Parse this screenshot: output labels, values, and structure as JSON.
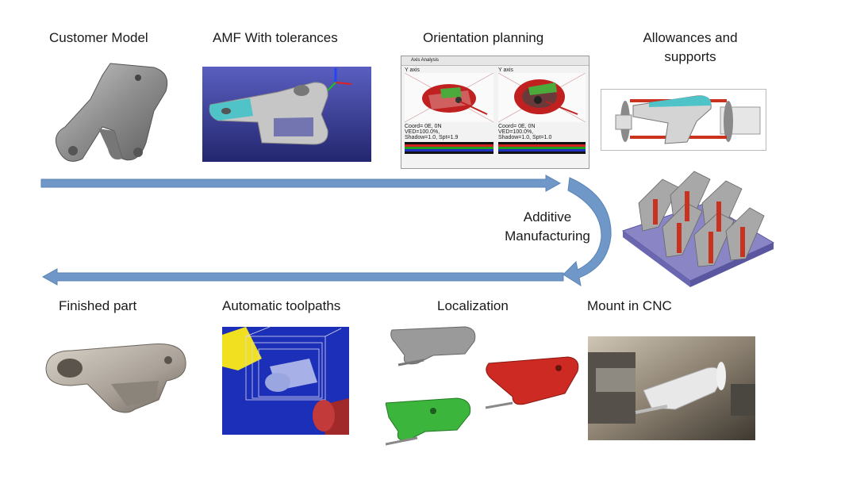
{
  "steps": {
    "customer_model": "Customer Model",
    "amf_tolerances": "AMF With tolerances",
    "orientation_planning": "Orientation planning",
    "allowances_supports_1": "Allowances and",
    "allowances_supports_2": "supports",
    "additive_1": "Additive",
    "additive_2": "Manufacturing",
    "mount_cnc": "Mount in CNC",
    "localization": "Localization",
    "automatic_toolpaths": "Automatic toolpaths",
    "finished_part": "Finished part"
  },
  "orientation_window": {
    "title": "Axis Analysis",
    "left_pane": {
      "axis": "Y axis",
      "coords": "Coord= 0E, 0N",
      "ved": "VED=100.0%,",
      "stats": "Shadow=1.0, Spt=1.9"
    },
    "right_pane": {
      "axis": "Y axis",
      "coords": "Coord= 0E, 0N",
      "ved": "VED=100.0%,",
      "stats": "Shadow=1.0, Spt=1.0"
    }
  },
  "colors": {
    "flow_arrow": "#6f98c9",
    "flow_arrow_stroke": "#5b84b6",
    "part_gray": "#9c9c9c",
    "support_red": "#c8321e",
    "tolerance_cyan": "#4fc3c8",
    "amf_background": "#3b3fa0",
    "toolpath_background": "#1c2fb8",
    "localization_green": "#3bb53b",
    "localization_red": "#cc2a22"
  }
}
